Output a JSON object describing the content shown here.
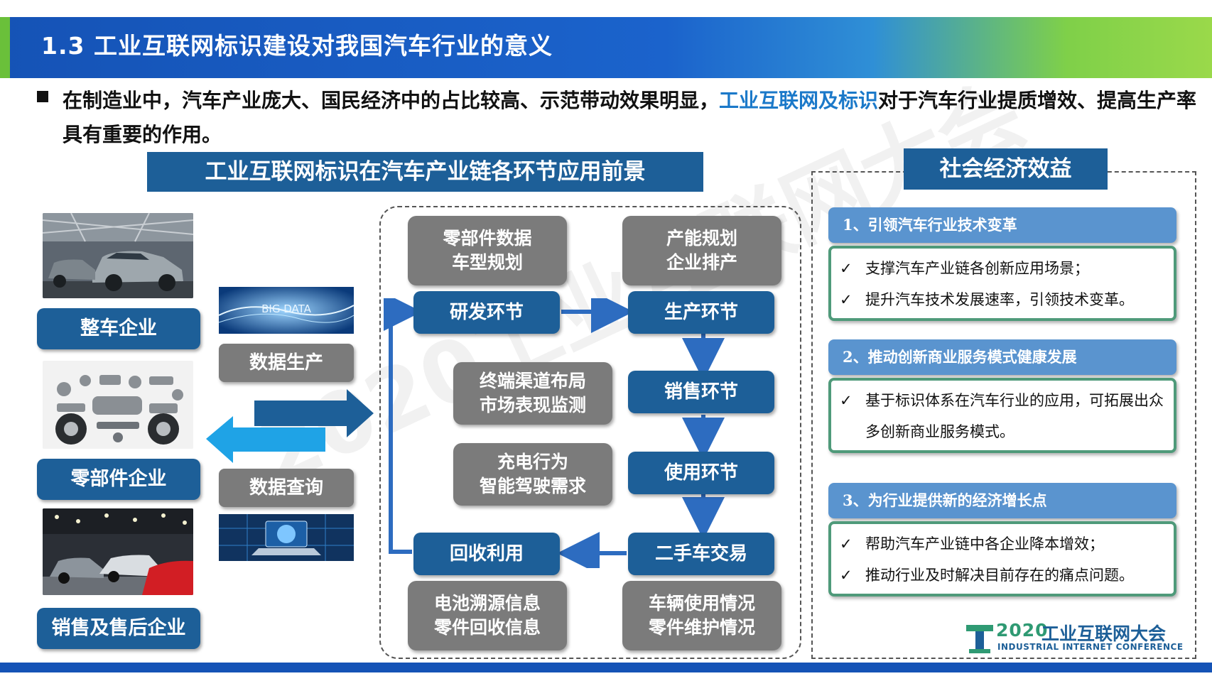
{
  "header": {
    "title": "1.3 工业互联网标识建设对我国汽车行业的意义"
  },
  "intro": {
    "part1": "在制造业中，汽车产业庞大、国民经济中的占比较高、示范带动效果明显，",
    "highlight": "工业互联网及标识",
    "part2": "对于汽车行业提质增效、提高生产率具有重要的作用。"
  },
  "left_section": {
    "title": "工业互联网标识在汽车产业链各环节应用前景"
  },
  "companies": [
    {
      "label": "整车企业",
      "photo": "car-production-line-photo"
    },
    {
      "label": "零部件企业",
      "photo": "auto-parts-photo"
    },
    {
      "label": "销售及售后企业",
      "photo": "car-showroom-photo"
    }
  ],
  "data_flow": {
    "production_label": "数据生产",
    "query_label": "数据查询",
    "big_data_image_text": "BIG DATA"
  },
  "flow": {
    "tiles": {
      "rd_detail": [
        "零部件数据",
        "车型规划"
      ],
      "production_detail": [
        "产能规划",
        "企业排产"
      ],
      "sales_detail": [
        "终端渠道布局",
        "市场表现监测"
      ],
      "usage_detail": [
        "充电行为",
        "智能驾驶需求"
      ],
      "recycle_detail": [
        "电池溯源信息",
        "零件回收信息"
      ],
      "used_detail": [
        "车辆使用情况",
        "零件维护情况"
      ]
    },
    "stages": {
      "rd": "研发环节",
      "production": "生产环节",
      "sales": "销售环节",
      "usage": "使用环节",
      "used_car": "二手车交易",
      "recycle": "回收利用"
    }
  },
  "benefits": {
    "title": "社会经济效益",
    "items": [
      {
        "heading": "1、引领汽车行业技术变革",
        "lines": [
          "支撑汽车产业链各创新应用场景；",
          "提升汽车技术发展速率，引领技术变革。"
        ]
      },
      {
        "heading": "2、推动创新商业服务模式健康发展",
        "lines": [
          "基于标识体系在汽车行业的应用，可拓展出众多创新商业服务模式。"
        ]
      },
      {
        "heading": "3、为行业提供新的经济增长点",
        "lines": [
          "帮助汽车产业链中各企业降本增效；",
          "推动行业及时解决目前存在的痛点问题。"
        ]
      }
    ],
    "check": "✓"
  },
  "footer": {
    "logo_year": "2020",
    "logo_cn": "工业互联网大会",
    "logo_en": "INDUSTRIAL INTERNET CONFERENCE"
  },
  "watermark": {
    "text": "2020工业互联网大会"
  },
  "colors": {
    "primary": "#1d5f98",
    "header_blue": "#1553b6",
    "accent_green": "#7fd049",
    "tile_gray": "#7b7b7b",
    "arrow_light": "#1fa3e6",
    "highlight": "#1b79c9"
  }
}
